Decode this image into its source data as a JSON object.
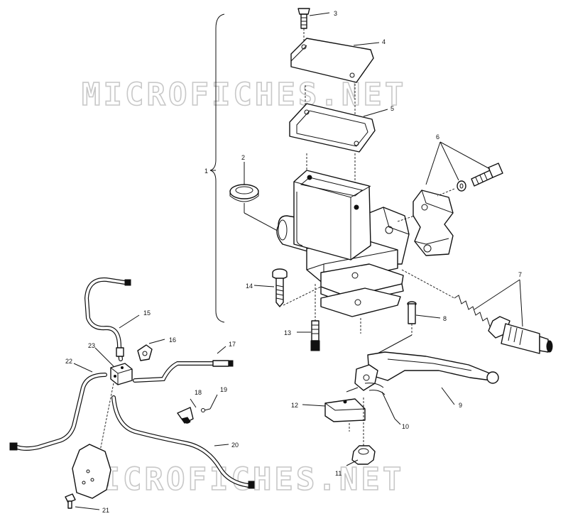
{
  "watermark": {
    "top": "MICROFICHES.NET",
    "bottom": "MICROFICHES.NET"
  },
  "callouts": {
    "c1": "1",
    "c2": "2",
    "c3": "3",
    "c4": "4",
    "c5": "5",
    "c6": "6",
    "c7": "7",
    "c8": "8",
    "c9": "9",
    "c10": "10",
    "c11": "11",
    "c12": "12",
    "c13": "13",
    "c14": "14",
    "c15": "15",
    "c16": "16",
    "c17": "17",
    "c18": "18",
    "c19": "19",
    "c20": "20",
    "c21": "21",
    "c22": "22",
    "c23": "23"
  },
  "colors": {
    "line": "#111111",
    "watermark": "#c8c8c8",
    "background": "#ffffff"
  }
}
